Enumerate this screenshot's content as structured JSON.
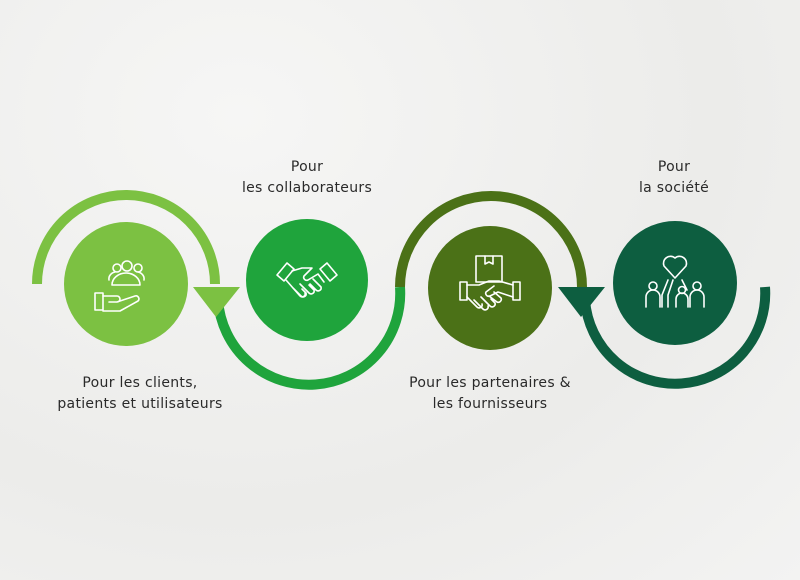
{
  "steps": [
    {
      "line1": "Pour les clients,",
      "line2": "patients et utilisateurs",
      "icon": "hand-with-people-icon",
      "color": "#7cc142"
    },
    {
      "line1": "Pour",
      "line2": "les collaborateurs",
      "icon": "handshake-icon",
      "color": "#1fa43c"
    },
    {
      "line1": "Pour les partenaires &",
      "line2": "les fournisseurs",
      "icon": "handshake-box-icon",
      "color": "#4b7117"
    },
    {
      "line1": "Pour",
      "line2": "la société",
      "icon": "people-heart-icon",
      "color": "#0d5e40"
    }
  ]
}
